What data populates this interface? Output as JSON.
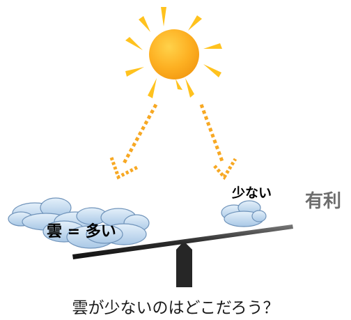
{
  "labels": {
    "cloudy_side": "雲 = 多い",
    "clear_side": "少ない",
    "advantage": "有利",
    "question": "雲が少ないのはどこだろう？"
  },
  "colors": {
    "sun": "#FBA51A",
    "sun_rays": "#FFC21E",
    "arrows": "#F7A823",
    "cloud_fill": "#C3DCF0",
    "cloud_outline": "#6F93BA",
    "beam": "#3A3A3A",
    "pivot": "#2A2A2A",
    "advantage_text": "#6D6D6D"
  },
  "icons": [
    "sun-icon",
    "cloud-icon",
    "seesaw-icon",
    "arrow-icon"
  ]
}
